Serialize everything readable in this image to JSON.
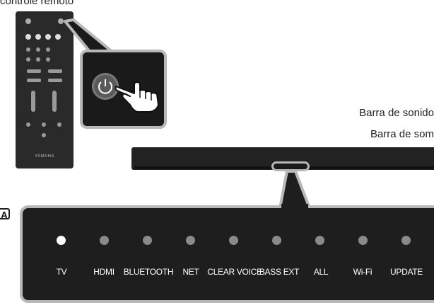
{
  "top_label": "controle remoto",
  "remote": {
    "brand": "YAMAHA"
  },
  "soundbar_labels": [
    "Barra de sonido",
    "Barra de som"
  ],
  "badge": "A",
  "indicators": [
    {
      "label": "TV",
      "state": "on"
    },
    {
      "label": "HDMI",
      "state": "off"
    },
    {
      "label": "BLUETOOTH",
      "state": "off"
    },
    {
      "label": "NET",
      "state": "off"
    },
    {
      "label": "CLEAR VOICE",
      "state": "off"
    },
    {
      "label": "BASS EXT",
      "state": "off"
    },
    {
      "label": "ALL",
      "state": "off"
    },
    {
      "label": "Wi-Fi",
      "state": "off"
    },
    {
      "label": "UPDATE",
      "state": "off"
    }
  ],
  "colors": {
    "led_on": "#ffffff",
    "led_off": "#8a8a8a",
    "panel": "#1e1e1e",
    "callout_border": "#b8b8b8"
  },
  "icons": [
    "power-icon",
    "pointing-hand-icon"
  ]
}
